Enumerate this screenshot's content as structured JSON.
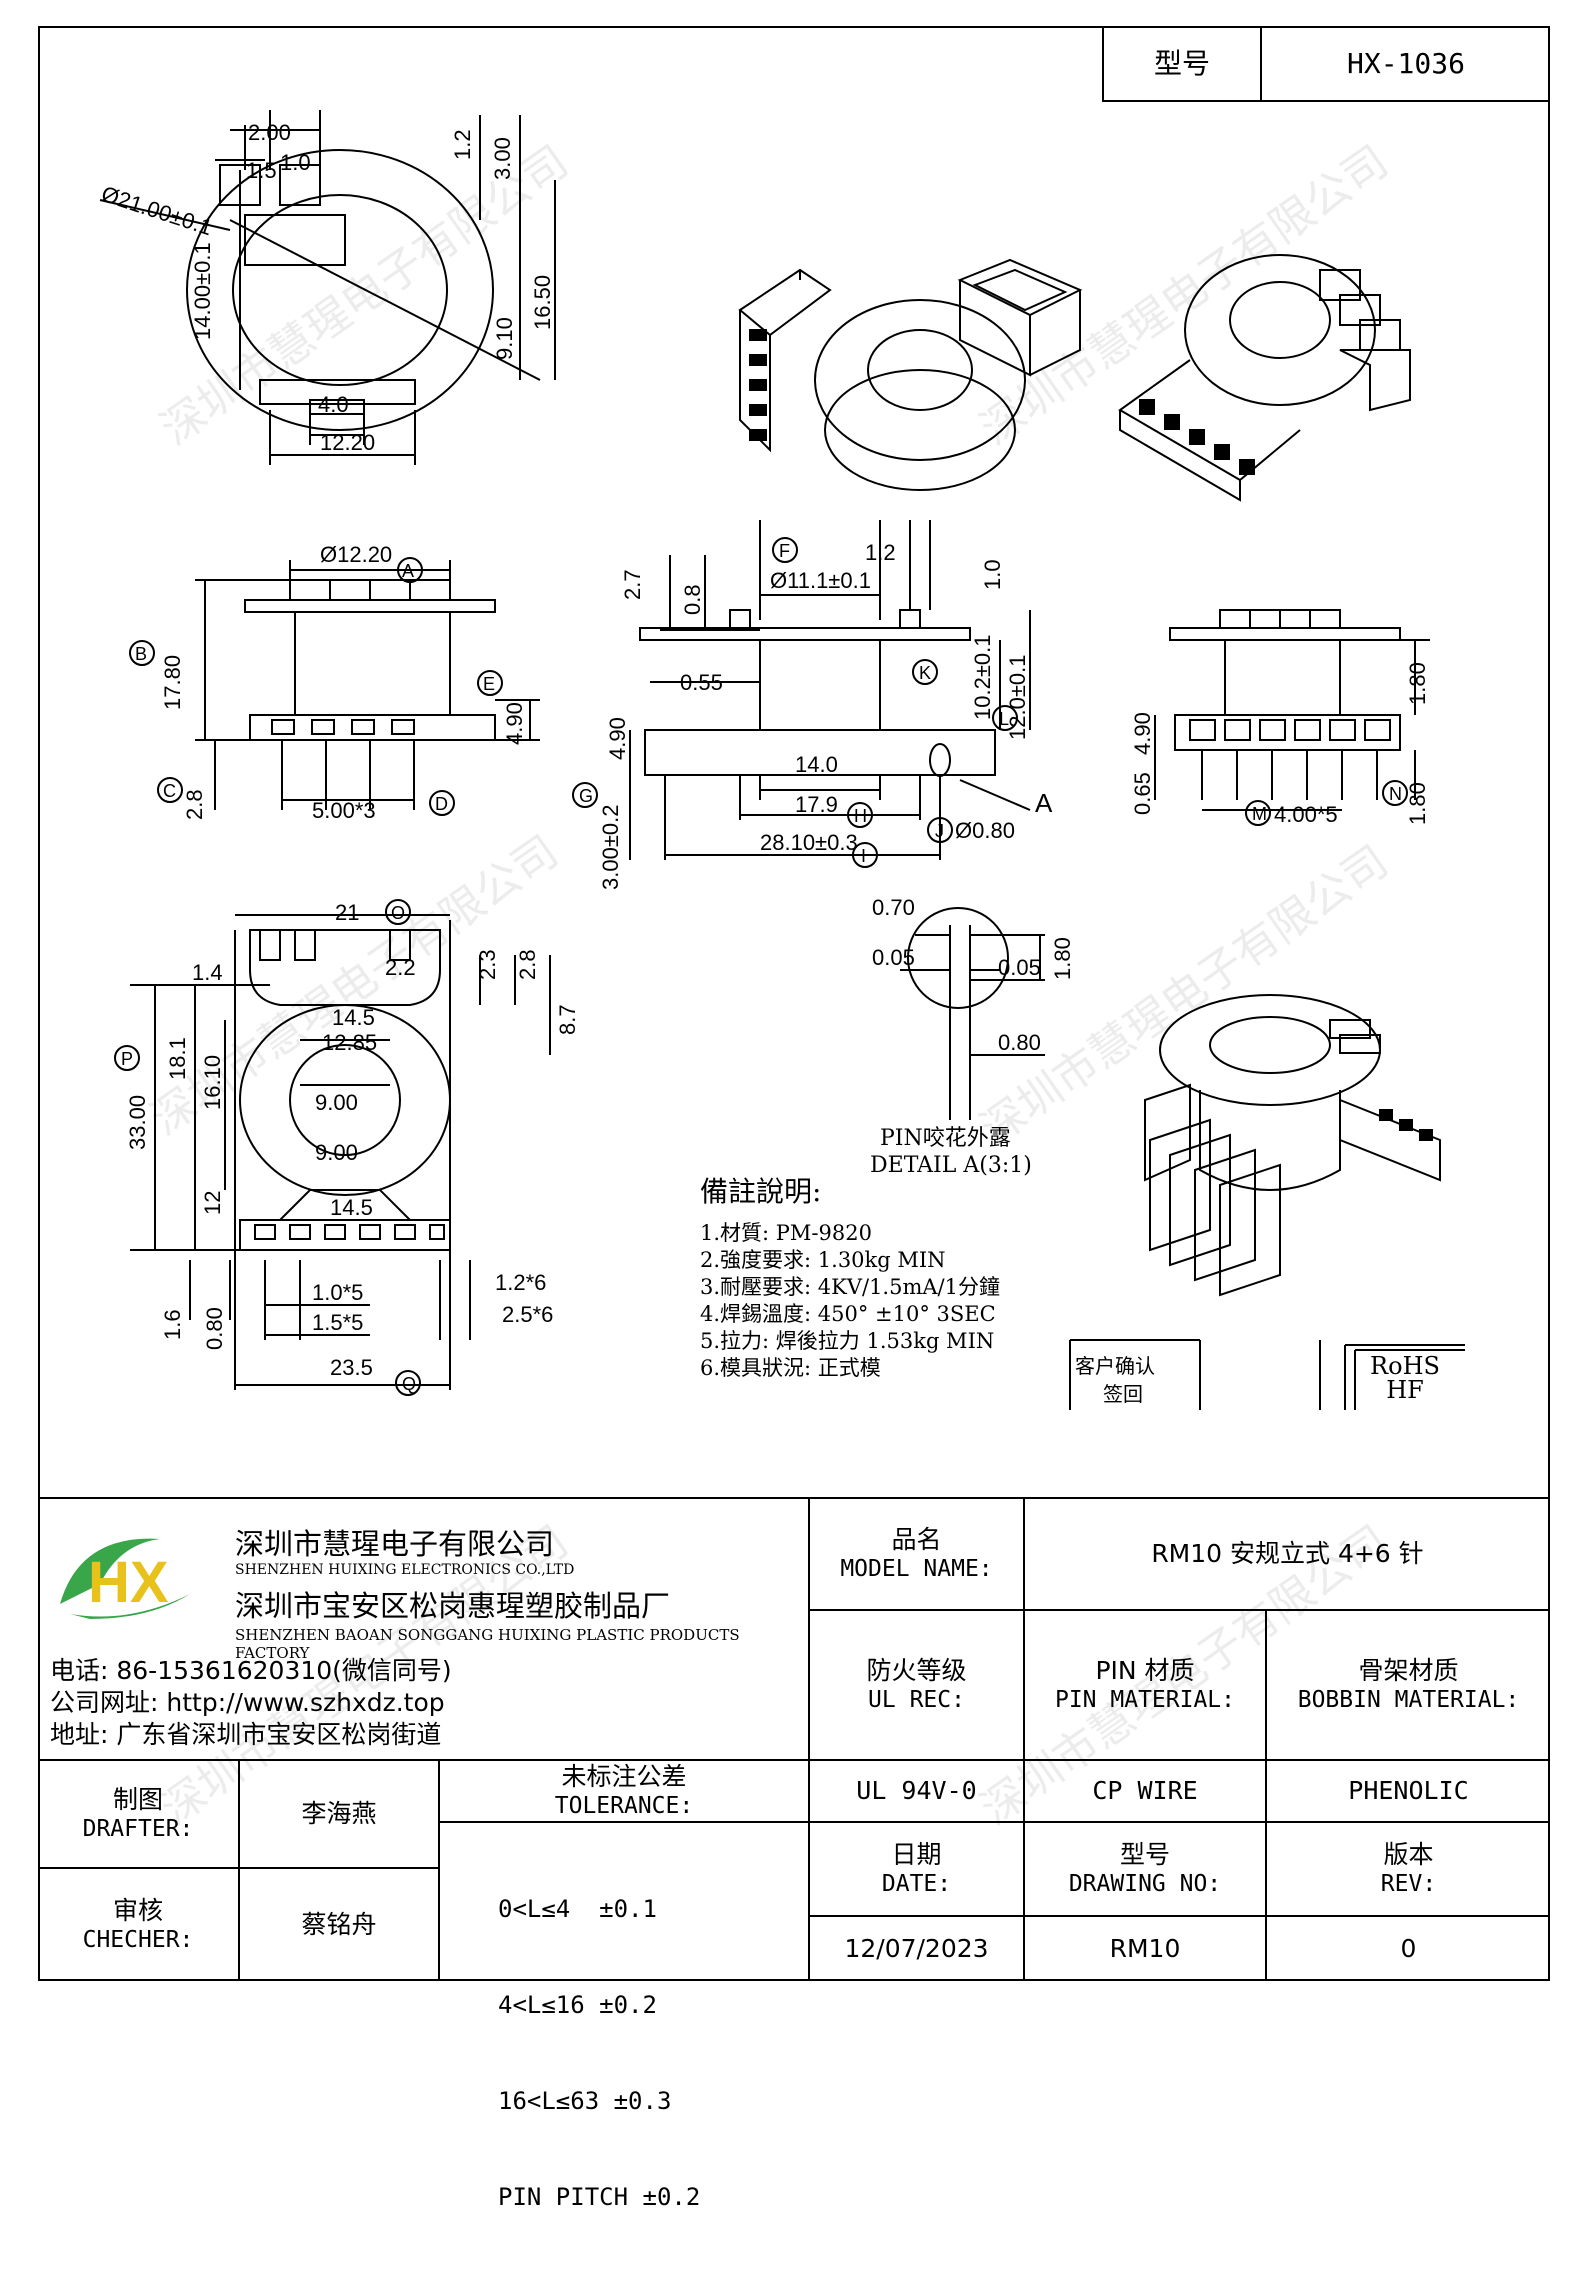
{
  "model_box": {
    "label": "型号",
    "value": "HX-1036"
  },
  "dims": {
    "top_view": [
      "2.00",
      "1.5",
      "1.0",
      "1.2",
      "3.00",
      "Ø21.00±0.1",
      "14.00±0.1",
      "16.50",
      "9.10",
      "4.0",
      "12.20"
    ],
    "front_view": [
      "Ø12.20",
      "A",
      "B",
      "17.80",
      "E",
      "4.90",
      "C",
      "2.8",
      "5.00*3",
      "D"
    ],
    "side_view": [
      "2.7",
      "0.8",
      "F",
      "Ø11.1±0.1",
      "1.2",
      "1.0",
      "0.55",
      "K",
      "10.2±0.1",
      "12.0±0.1",
      "L",
      "4.90",
      "14.0",
      "17.9",
      "H",
      "A",
      "G",
      "3.00±0.2",
      "28.10±0.3",
      "I",
      "J",
      "Ø0.80"
    ],
    "right_view": [
      "1.80",
      "4.90",
      "0.65",
      "M",
      "4.00*5",
      "N",
      "1.80"
    ],
    "bottom_view": [
      "21",
      "O",
      "1.4",
      "2.2",
      "2.3",
      "2.8",
      "14.5",
      "12.85",
      "8.7",
      "P",
      "33.00",
      "18.1",
      "16.10",
      "9.00",
      "9.00",
      "12",
      "14.5",
      "1.6",
      "0.80",
      "1.0*5",
      "1.5*5",
      "1.2*6",
      "2.5*6",
      "23.5",
      "Q"
    ],
    "detail": [
      "0.70",
      "0.05",
      "0.05",
      "1.80",
      "0.80"
    ]
  },
  "detail_caption": {
    "line1": "PIN咬花外露",
    "line2": "DETAIL A(3:1)"
  },
  "notes": {
    "title": "備註說明:",
    "items": [
      "1.材質: PM-9820",
      "2.強度要求: 1.30kg MIN",
      "3.耐壓要求: 4KV/1.5mA/1分鐘",
      "4.焊錫溫度: 450° ±10° 3SEC",
      "5.拉力: 焊後拉力 1.53kg MIN",
      "6.模具狀況: 正式模"
    ]
  },
  "customer_confirm": {
    "line1": "客户确认",
    "line2": "签回"
  },
  "rohs": {
    "line1": "RoHS",
    "line2": "HF"
  },
  "watermark_text": "深圳市慧瑆电子有限公司",
  "company": {
    "logo_letters": "HX",
    "name_cn": "深圳市慧瑆电子有限公司",
    "name_en": "SHENZHEN HUIXING ELECTRONICS CO.,LTD",
    "factory_cn": "深圳市宝安区松岗惠瑆塑胶制品厂",
    "factory_en": "SHENZHEN BAOAN SONGGANG HUIXING PLASTIC PRODUCTS FACTORY",
    "phone": "电话: 86-15361620310(微信同号)",
    "website": "公司网址: http://www.szhxdz.top",
    "address": "地址: 广东省深圳市宝安区松岗街道"
  },
  "title_block": {
    "model_name_cn": "品名",
    "model_name_en": "MODEL NAME:",
    "model_name_value": "RM10 安规立式 4+6 针",
    "ul_cn": "防火等级",
    "ul_en": "UL REC:",
    "pin_cn": "PIN 材质",
    "pin_en": "PIN MATERIAL:",
    "bobbin_cn": "骨架材质",
    "bobbin_en": "BOBBIN MATERIAL:",
    "ul_value": "UL 94V-0",
    "pin_value": "CP WIRE",
    "bobbin_value": "PHENOLIC",
    "drafter_cn": "制图",
    "drafter_en": "DRAFTER:",
    "drafter_value": "李海燕",
    "checker_cn": "审核",
    "checker_en": "CHECHER:",
    "checker_value": "蔡铭舟",
    "tolerance_cn": "未标注公差",
    "tolerance_en": "TOLERANCE:",
    "tolerance_lines": [
      "0<L≤4  ±0.1",
      "4<L≤16 ±0.2",
      "16<L≤63 ±0.3",
      "PIN PITCH ±0.2"
    ],
    "date_cn": "日期",
    "date_en": "DATE:",
    "date_value": "12/07/2023",
    "drawing_no_cn": "型号",
    "drawing_no_en": "DRAWING NO:",
    "drawing_no_value": "RM10",
    "rev_cn": "版本",
    "rev_en": "REV:",
    "rev_value": "0"
  },
  "colors": {
    "logo_green": "#3aa64a",
    "logo_yellow": "#e8c21a",
    "line": "#000000"
  }
}
